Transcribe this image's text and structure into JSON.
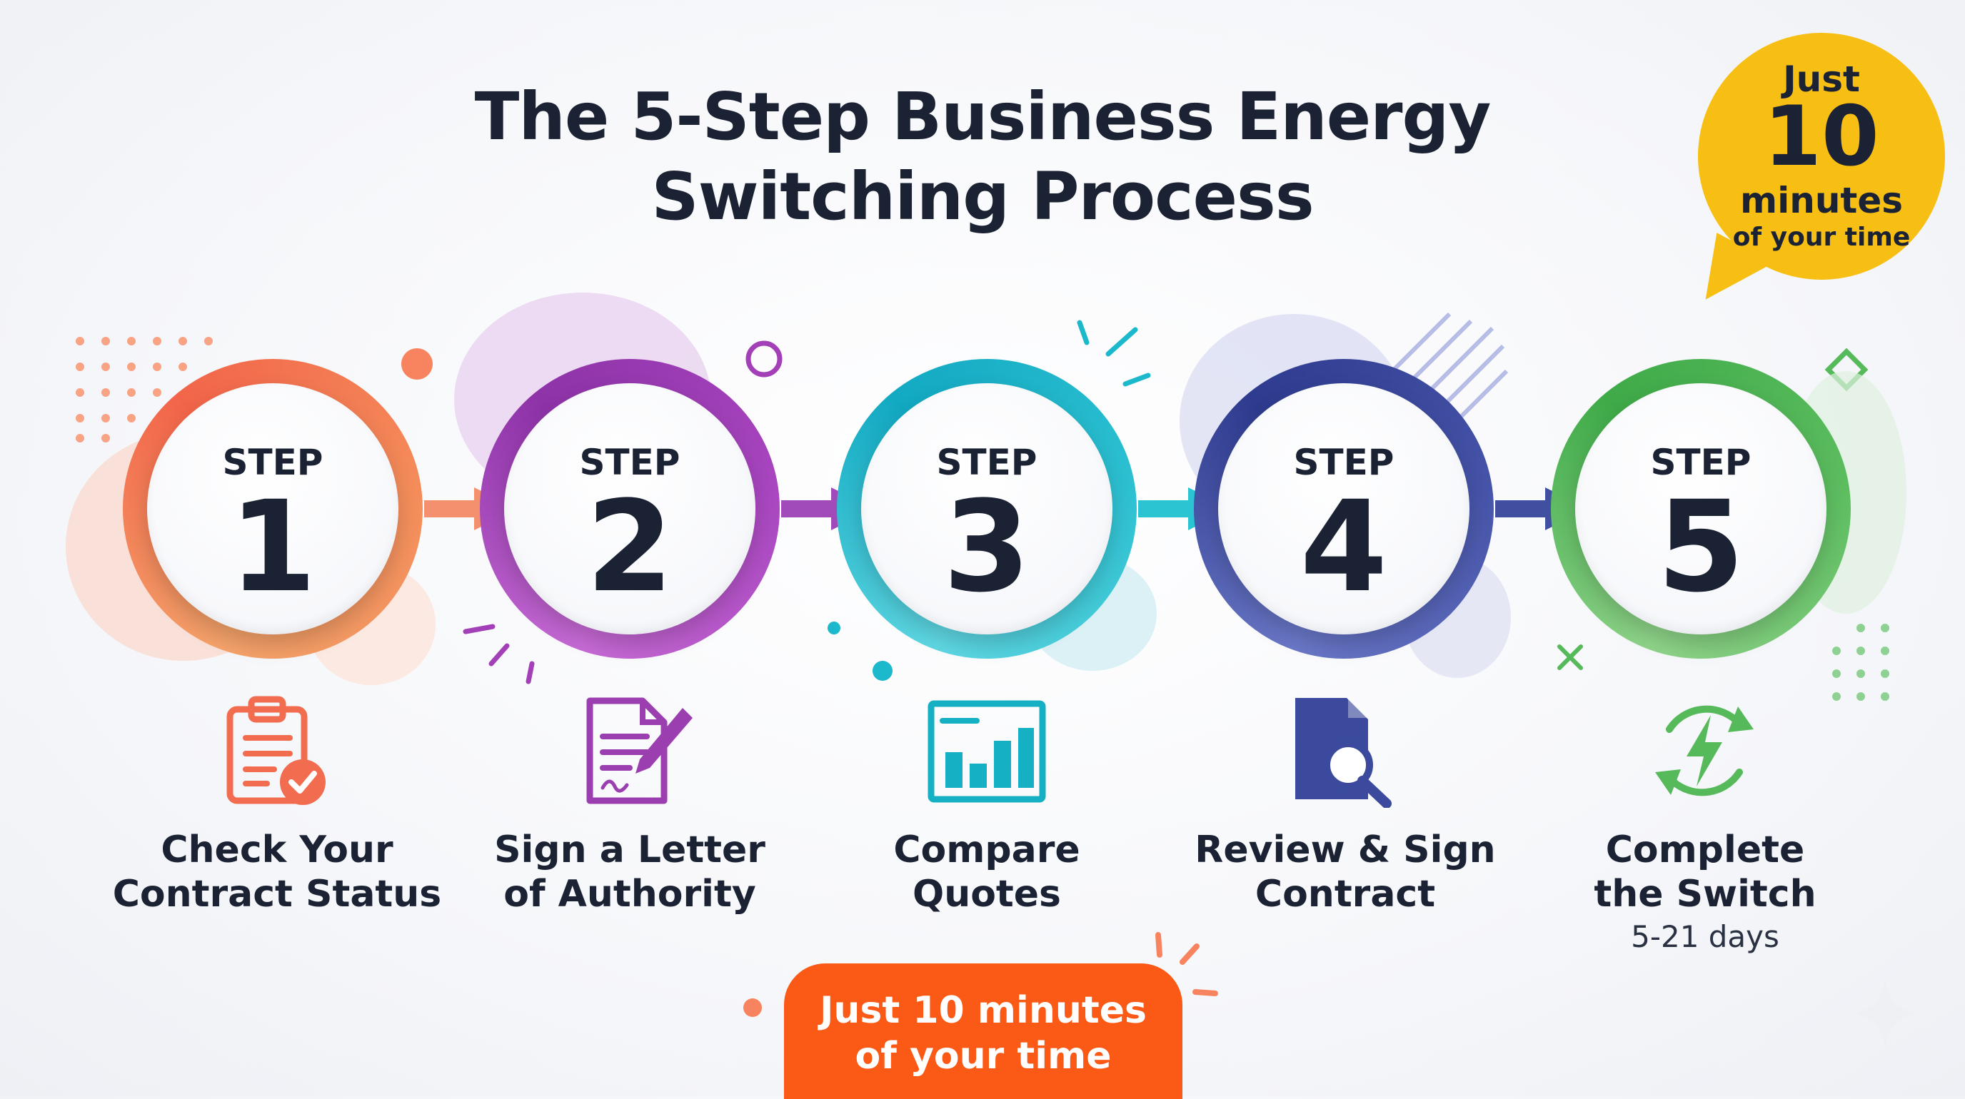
{
  "title": {
    "line1": "The 5-Step Business Energy",
    "line2": "Switching Process"
  },
  "badge": {
    "line1": "Just",
    "line2": "10",
    "line3": "minutes",
    "line4": "of your time",
    "color": "#f7bf14"
  },
  "steps": [
    {
      "label": "STEP",
      "number": "1",
      "title_line1": "Check Your",
      "title_line2": "Contract Status",
      "note": "",
      "color": "#f26c4f",
      "icon": "clipboard-check-icon"
    },
    {
      "label": "STEP",
      "number": "2",
      "title_line1": "Sign a Letter",
      "title_line2": "of Authority",
      "note": "",
      "color": "#9b3fb0",
      "icon": "signed-document-icon"
    },
    {
      "label": "STEP",
      "number": "3",
      "title_line1": "Compare",
      "title_line2": "Quotes",
      "note": "",
      "color": "#1cb8cc",
      "icon": "bar-chart-icon"
    },
    {
      "label": "STEP",
      "number": "4",
      "title_line1": "Review & Sign",
      "title_line2": "Contract",
      "note": "",
      "color": "#3b4a9c",
      "icon": "document-search-icon"
    },
    {
      "label": "STEP",
      "number": "5",
      "title_line1": "Complete",
      "title_line2": "the Switch",
      "note": "5-21 days",
      "color": "#56b95a",
      "icon": "energy-switch-icon"
    }
  ],
  "cta": {
    "line1": "Just 10 minutes",
    "line2": "of your time",
    "color": "#fb5a16"
  }
}
